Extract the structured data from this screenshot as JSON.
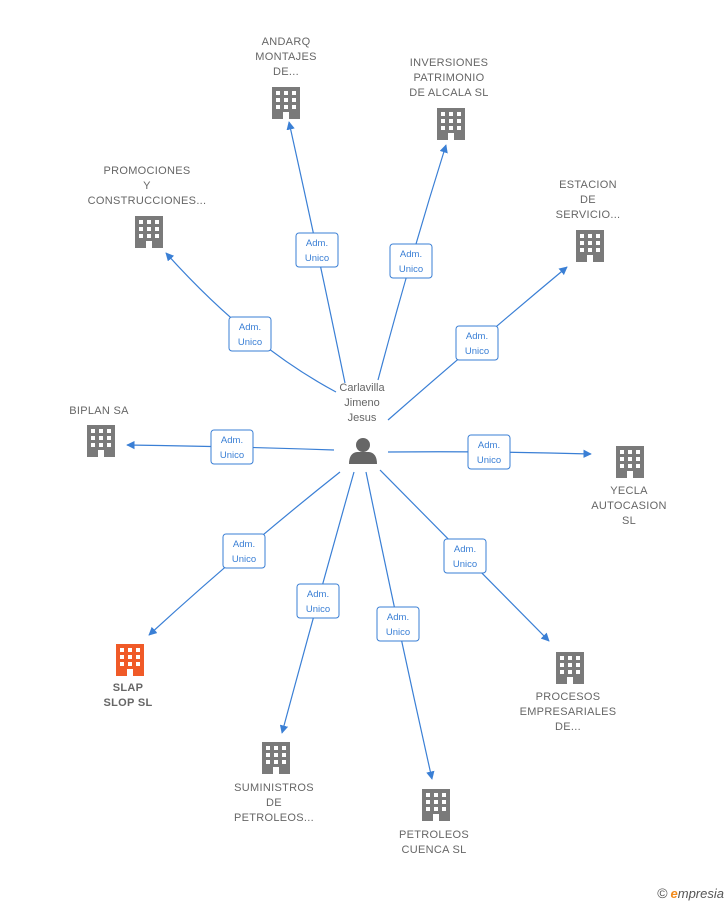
{
  "center": {
    "label": [
      "Carlavilla",
      "Jimeno",
      "Jesus"
    ]
  },
  "edge_label": [
    "Adm.",
    "Unico"
  ],
  "companies": [
    {
      "id": "andarq",
      "label": [
        "ANDARQ",
        "MONTAJES",
        "DE..."
      ],
      "highlight": false
    },
    {
      "id": "inversiones",
      "label": [
        "INVERSIONES",
        "PATRIMONIO",
        "DE ALCALA  SL"
      ],
      "highlight": false
    },
    {
      "id": "promociones",
      "label": [
        "PROMOCIONES",
        "Y",
        "CONSTRUCCIONES..."
      ],
      "highlight": false
    },
    {
      "id": "estacion",
      "label": [
        "ESTACION",
        "DE",
        "SERVICIO..."
      ],
      "highlight": false
    },
    {
      "id": "biplan",
      "label": [
        "BIPLAN SA"
      ],
      "highlight": false
    },
    {
      "id": "yecla",
      "label": [
        "YECLA",
        "AUTOCASION",
        "SL"
      ],
      "highlight": false
    },
    {
      "id": "slap",
      "label": [
        "SLAP",
        "SLOP  SL"
      ],
      "highlight": true
    },
    {
      "id": "procesos",
      "label": [
        "PROCESOS",
        "EMPRESARIALES",
        "DE..."
      ],
      "highlight": false
    },
    {
      "id": "suministros",
      "label": [
        "SUMINISTROS",
        "DE",
        "PETROLEOS..."
      ],
      "highlight": false
    },
    {
      "id": "petroleos",
      "label": [
        "PETROLEOS",
        "CUENCA  SL"
      ],
      "highlight": false
    }
  ],
  "colors": {
    "edge": "#3a7fd5",
    "building": "#7a7a7a",
    "building_highlight": "#f05a28",
    "person": "#666666"
  },
  "brand": {
    "copyright": "©",
    "e": "e",
    "rest": "mpresia"
  }
}
